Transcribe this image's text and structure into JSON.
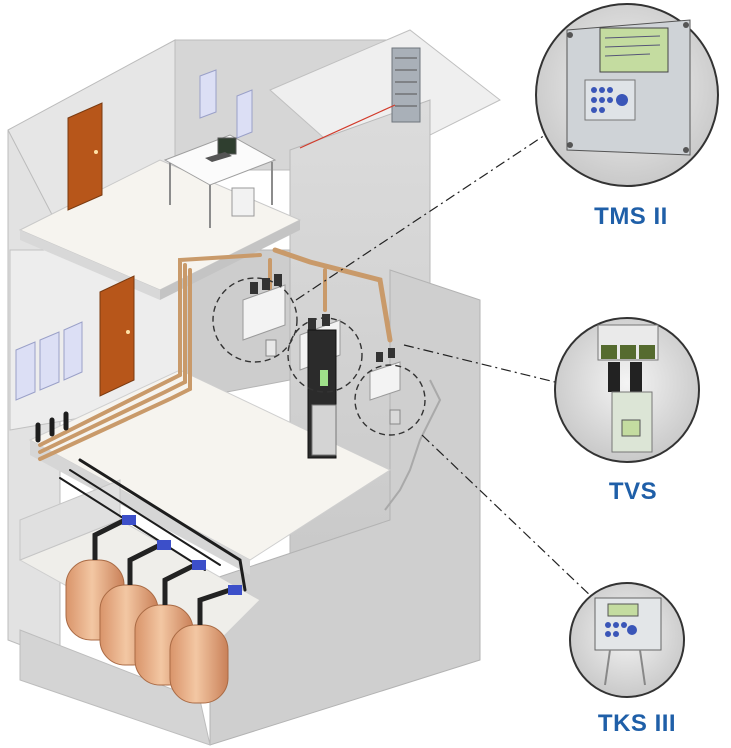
{
  "callouts": {
    "tms": {
      "label": "TMS II"
    },
    "tvs": {
      "label": "TVS"
    },
    "tks": {
      "label": "TKS III"
    }
  },
  "colors": {
    "brand_label": "#1f5fa8",
    "wall_light": "#e9e9e9",
    "wall_mid": "#d4d4d4",
    "wall_dark": "#bdbdbd",
    "floor": "#f6f4ef",
    "door": "#b7561a",
    "tank": "#e8b48a",
    "pipe": "#c99a6a",
    "valve": "#3c4fc9"
  },
  "icons": {
    "tank": "storage-tank-icon",
    "monitor": "monitor-unit-icon",
    "valve": "valve-icon"
  }
}
